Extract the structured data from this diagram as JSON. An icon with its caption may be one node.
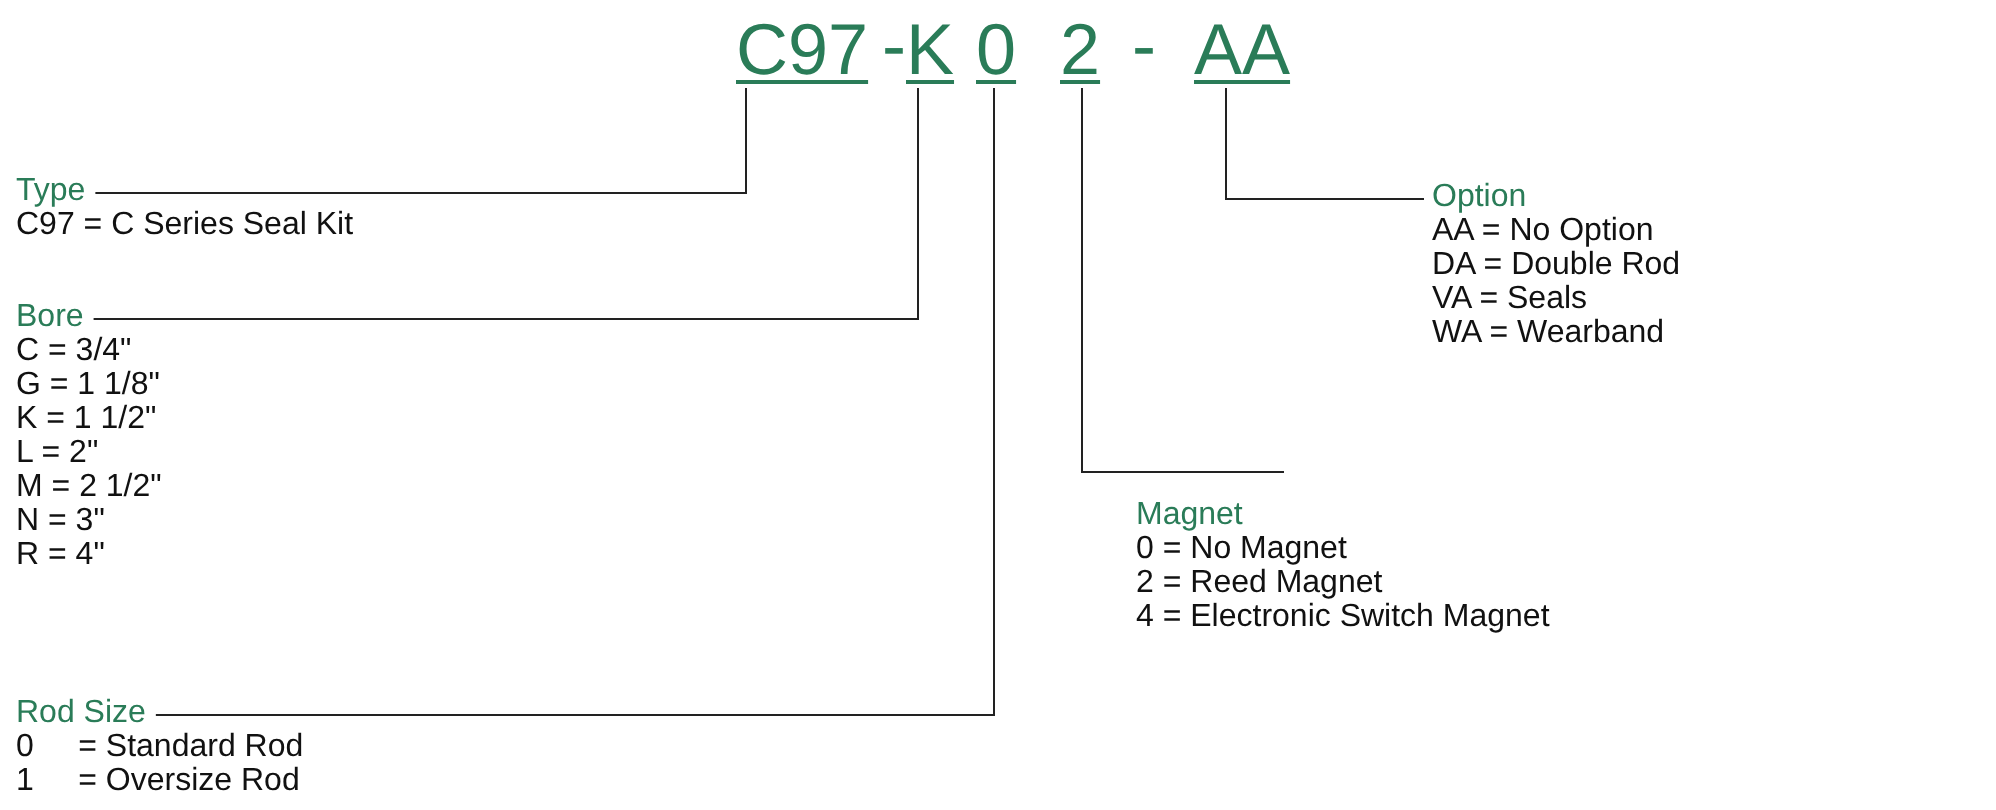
{
  "diagram": {
    "nodes": [
      {
        "text": [
          "C97"
        ]
      },
      {
        "text": [
          "K"
        ]
      },
      {
        "text": [
          "0"
        ]
      },
      {
        "text": [
          "2"
        ]
      },
      {
        "text": [
          "AA"
        ]
      },
      {
        "text": [
          "Type",
          "C97 = C Series Seal Kit"
        ]
      },
      {
        "text": [
          "Bore",
          "C = 3/4\"",
          "G = 1 1/8\"",
          "K = 1 1/2\"",
          "L = 2\"",
          "M = 2 1/2\"",
          "N = 3\"",
          "R = 4\""
        ]
      },
      {
        "text": [
          "Rod Size",
          "0     = Standard Rod",
          "1     = Oversize Rod"
        ]
      },
      {
        "text": [
          "Option",
          "AA = No Option",
          "DA = Double Rod",
          "VA = Seals",
          "WA = Wearband"
        ]
      },
      {
        "text": [
          "Magnet",
          "0 = No Magnet",
          "2 = Reed Magnet",
          "4 = Electronic Switch Magnet"
        ]
      }
    ],
    "edges": [
      {
        "from": 5,
        "to": 0,
        "arrow": "none"
      },
      {
        "from": 6,
        "to": 1,
        "arrow": "none"
      },
      {
        "from": 7,
        "to": 2,
        "arrow": "none"
      },
      {
        "from": 8,
        "to": 4,
        "arrow": "none"
      },
      {
        "from": 9,
        "to": 3,
        "arrow": "none"
      }
    ],
    "labels": [
      "-",
      "-"
    ]
  }
}
